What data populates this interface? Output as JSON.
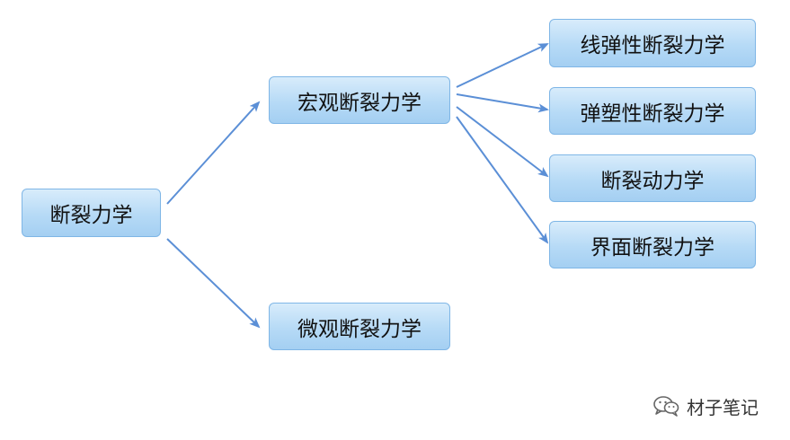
{
  "diagram": {
    "root": "断裂力学",
    "macro": "宏观断裂力学",
    "micro": "微观断裂力学",
    "macro_children": [
      "线弹性断裂力学",
      "弹塑性断裂力学",
      "断裂动力学",
      "界面断裂力学"
    ]
  },
  "watermark": {
    "icon": "wechat-icon",
    "text": "材子笔记"
  },
  "colors": {
    "node_fill": "#b6daf6",
    "node_border": "#7fb6e6",
    "arrow": "#5b8fd6"
  }
}
